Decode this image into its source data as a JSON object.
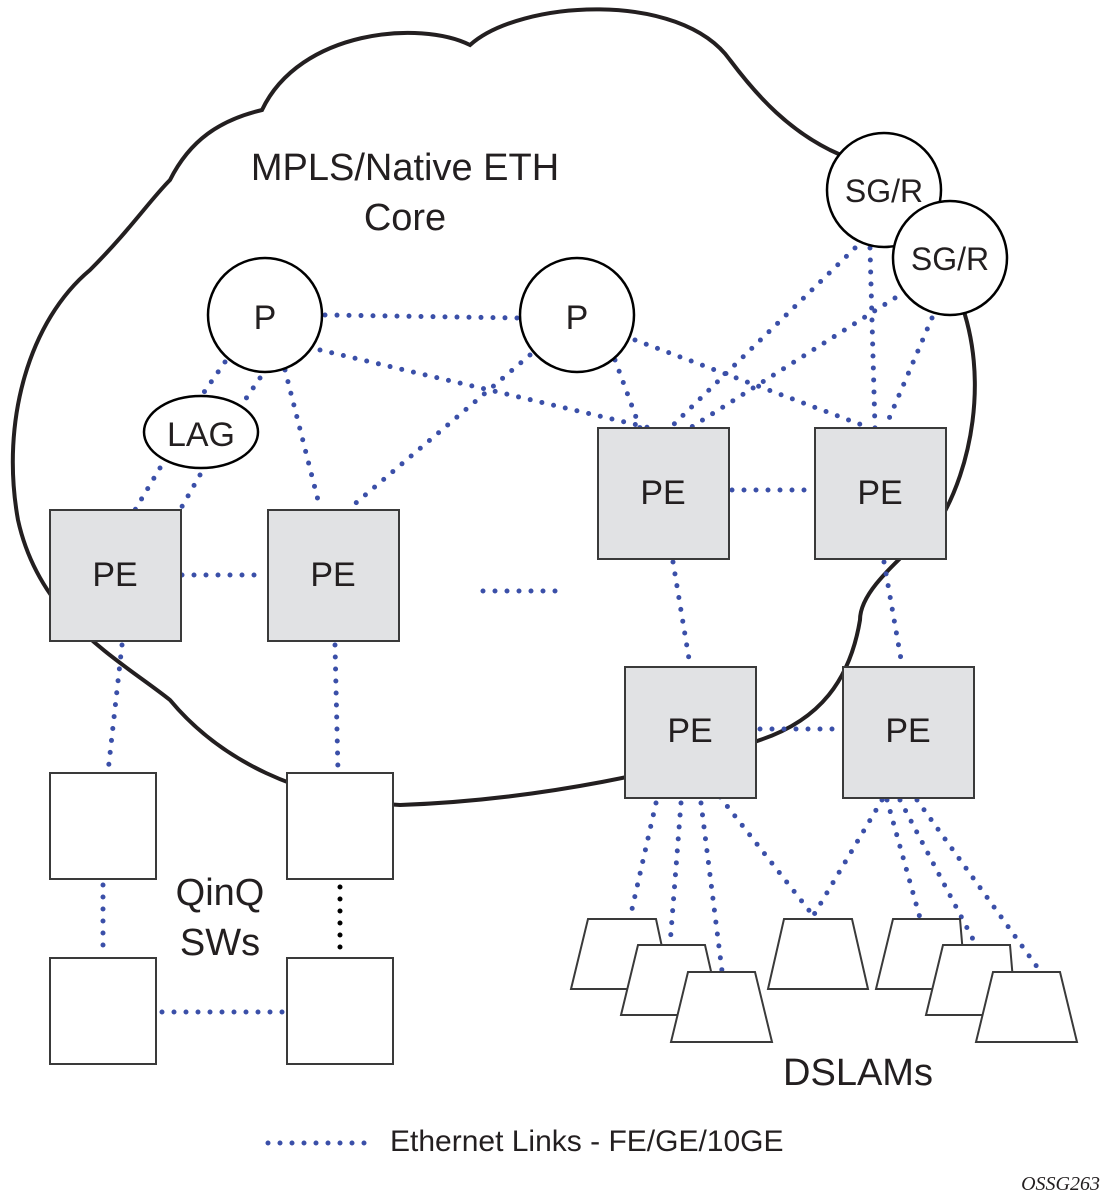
{
  "diagram": {
    "cloud_label_line1": "MPLS/Native ETH",
    "cloud_label_line2": "Core",
    "nodes": {
      "p1": "P",
      "p2": "P",
      "sgr1": "SG/R",
      "sgr2": "SG/R",
      "lag": "LAG",
      "pe_left1": "PE",
      "pe_left2": "PE",
      "pe_right1": "PE",
      "pe_right2": "PE",
      "pe_bottom1": "PE",
      "pe_bottom2": "PE"
    },
    "qinq_label_line1": "QinQ",
    "qinq_label_line2": "SWs",
    "dslam_label": "DSLAMs",
    "legend": {
      "label": "Ethernet Links - FE/GE/10GE",
      "link_color": "#3a4fa8"
    },
    "figure_id": "OSSG263"
  }
}
